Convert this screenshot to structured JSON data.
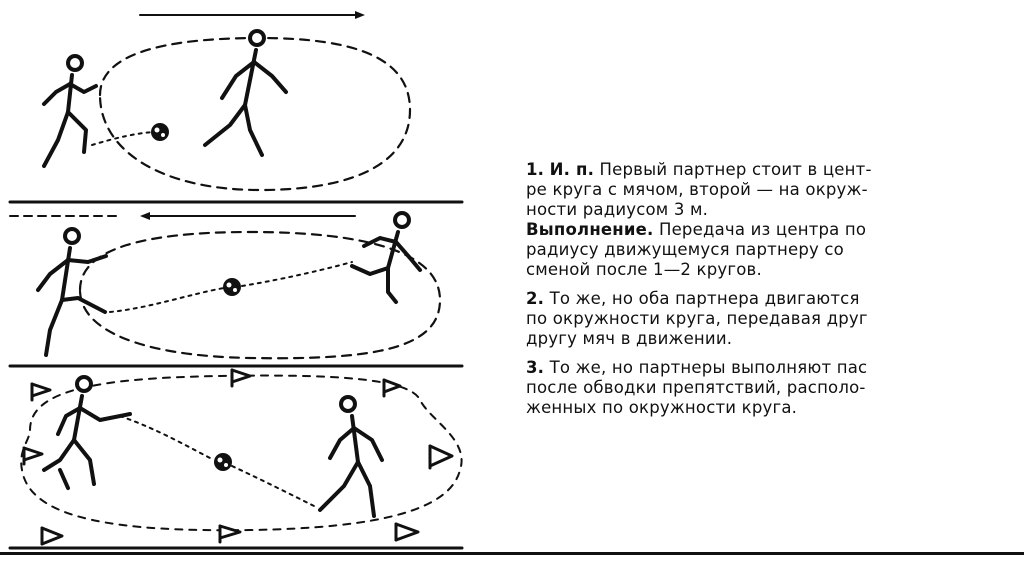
{
  "exercises": [
    {
      "number": "1.",
      "lead": "И. п.",
      "line1_rest": " Первый партнер стоит в цент-",
      "line2": "ре круга с мячом, второй — на окруж-",
      "line3": "ности радиусом 3 м.",
      "execution_label": "Выполнение.",
      "execution_line1_rest": " Передача из центра по",
      "execution_line2": "радиусу движущемуся партнеру со",
      "execution_line3": "сменой после 1—2 кругов."
    },
    {
      "number": "2.",
      "line1_rest": " То же, но оба партнера двигаются",
      "line2": "по окружности круга, передавая друг",
      "line3": "другу мяч в движении."
    },
    {
      "number": "3.",
      "line1_rest": " То же, но партнеры выполняют пас",
      "line2": "после обводки препятствий, располо-",
      "line3": "женных по окружности круга."
    }
  ],
  "figures": {
    "panel_count": 3,
    "ink_color": "#111111",
    "icons": [
      "stick-figure-runner",
      "ball",
      "flag",
      "direction-arrow"
    ]
  }
}
